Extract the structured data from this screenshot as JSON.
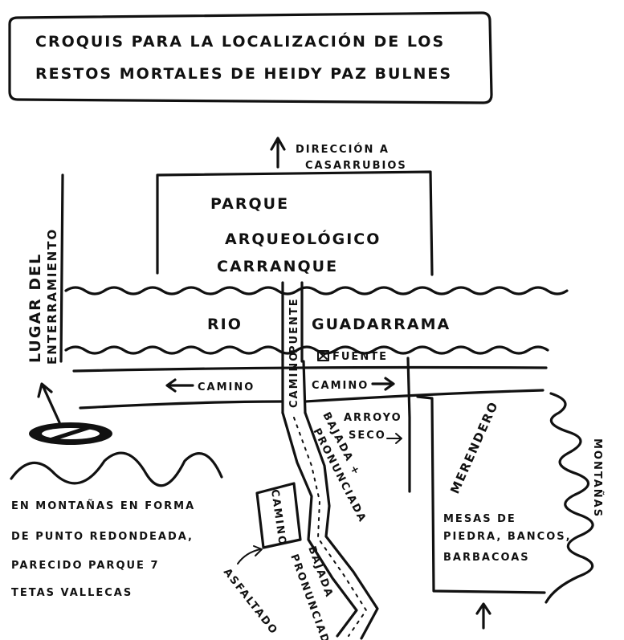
{
  "title": {
    "line1": "CROQUIS PARA LA LOCALIZACIÓN DE LOS",
    "line2": "RESTOS MORTALES DE HEIDY PAZ BULNES"
  },
  "direction_label": {
    "line1": "DIRECCIÓN A",
    "line2": "CASARRUBIOS"
  },
  "park": {
    "line1": "PARQUE",
    "line2": "ARQUEOLÓGICO",
    "line3": "CARRANQUE"
  },
  "river": {
    "left": "RIO",
    "right": "GUADARRAMA"
  },
  "bridge_label": "PUENTE",
  "fountain_label": "FUENTE",
  "road_left": "CAMINO",
  "road_right": "CAMINO",
  "road_vertical": "CAMINO",
  "burial_place": {
    "line1": "LUGAR DEL",
    "line2": "ENTERRAMIENTO"
  },
  "arroyo": {
    "line1": "ARROYO",
    "line2": "SECO"
  },
  "steep_descent": {
    "line1": "BAJADA +",
    "line2": "PRONUNCIADA"
  },
  "lower_descent": {
    "line1": "BAJADA",
    "line2": "PRONUNCIADA"
  },
  "small_road": "CAMINO",
  "asphalt": "ASFALTADO",
  "merendero": "MERENDERO",
  "merendero_desc": {
    "line1": "MESAS DE",
    "line2": "PIEDRA, BANCOS,",
    "line3": "BARBACOAS"
  },
  "mountains_label": "MONTAÑAS",
  "note": {
    "line1": "EN MONTAÑAS EN FORMA",
    "line2": "DE PUNTO REDONDEADA,",
    "line3": "PARECIDO PARQUE 7",
    "line4": "TETAS VALLECAS"
  }
}
